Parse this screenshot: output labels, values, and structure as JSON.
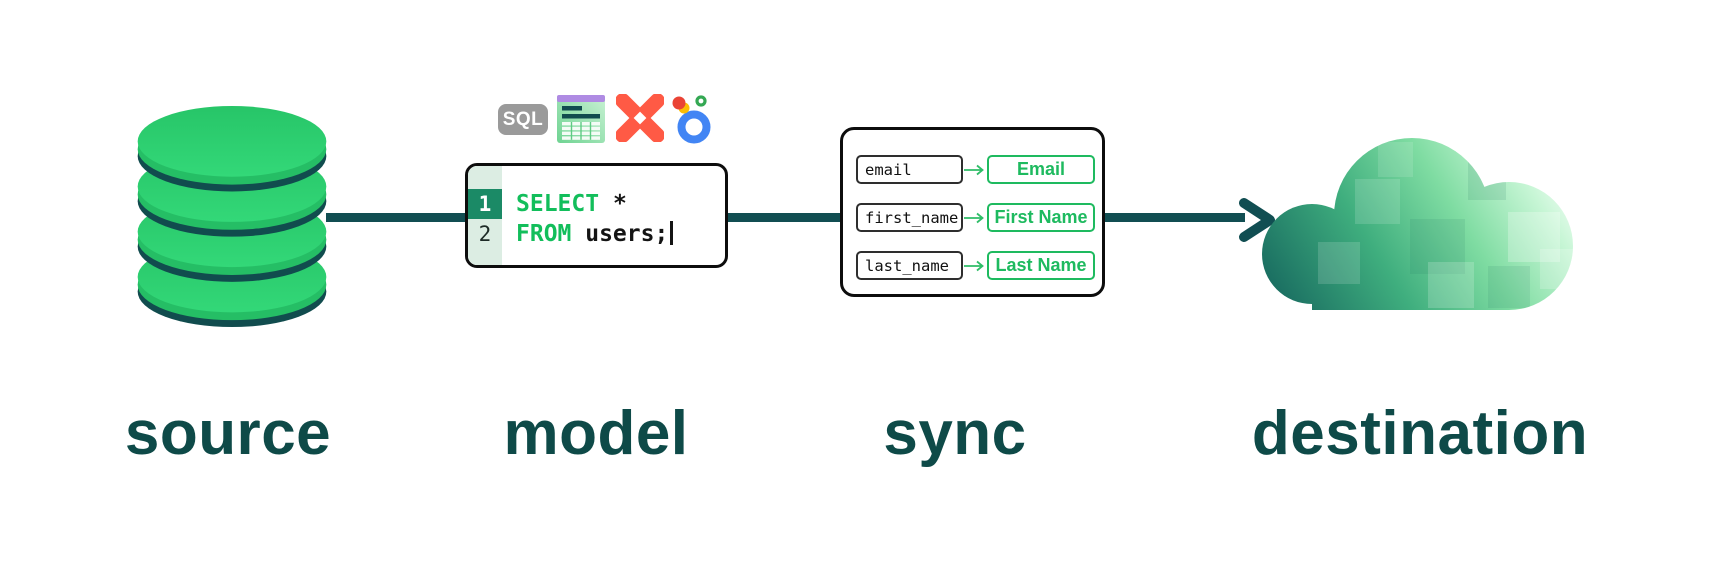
{
  "labels": {
    "source": "source",
    "model": "model",
    "sync": "sync",
    "destination": "destination"
  },
  "model": {
    "badge": "SQL",
    "icons": [
      "sql-badge",
      "spreadsheet-icon",
      "dbt-icon",
      "looker-icon"
    ],
    "code_lines": [
      {
        "number": "1",
        "keyword": "SELECT",
        "code": " *"
      },
      {
        "number": "2",
        "keyword": "FROM",
        "code": " users;"
      }
    ]
  },
  "sync": {
    "mappings": [
      {
        "source_field": "email",
        "destination_field": "Email"
      },
      {
        "source_field": "first_name",
        "destination_field": "First Name"
      },
      {
        "source_field": "last_name",
        "destination_field": "Last Name"
      }
    ]
  },
  "colors": {
    "bright_green": "#2BCE6F",
    "dark_teal": "#114E52",
    "label_teal": "#0E4A48",
    "code_green": "#12BE5B",
    "mapping_green": "#1EBA5F",
    "gutter_green": "#DCEDE3",
    "active_line_green": "#1B8A66",
    "sql_badge_gray": "#9A9A9A",
    "dbt_orange": "#FF5A45",
    "sheet_purple": "#AF8BE3",
    "looker_blue": "#4285F4",
    "cloud_gradient_dark": "#17695F",
    "cloud_gradient_light": "#FFFFFF"
  }
}
